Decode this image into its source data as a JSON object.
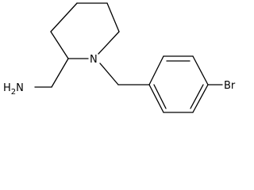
{
  "molecule": {
    "atoms": {
      "nitrogen": "N",
      "amine": "H2N",
      "bromine": "Br"
    },
    "colors": {
      "bond": "#000000",
      "label": "#000000",
      "background": "#ffffff"
    }
  }
}
